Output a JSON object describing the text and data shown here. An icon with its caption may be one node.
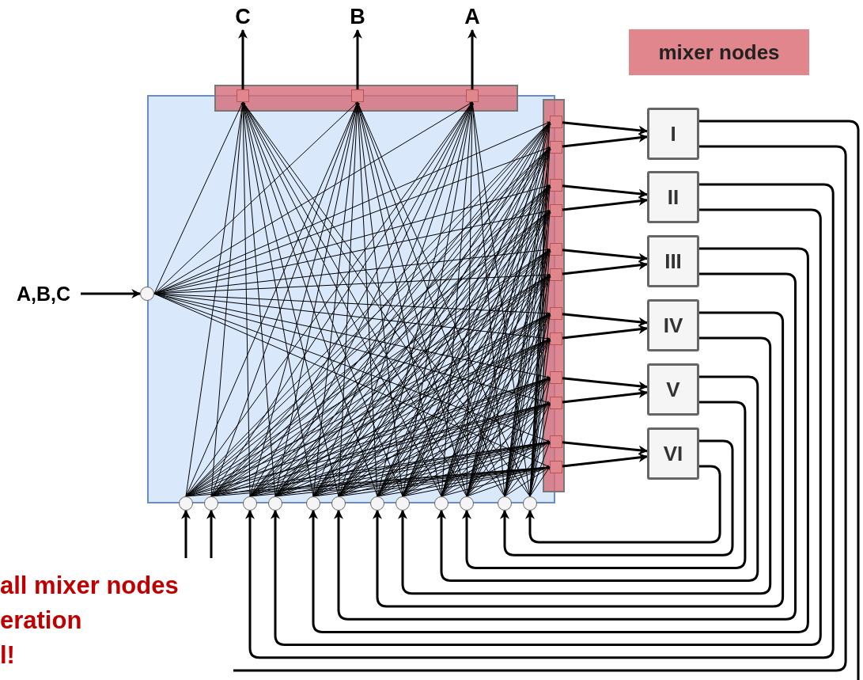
{
  "diagram": {
    "nodes": [
      {
        "text": [
          "C"
        ]
      },
      {
        "text": [
          "B"
        ]
      },
      {
        "text": [
          "A"
        ]
      },
      {
        "text": [
          "A,B,C"
        ]
      },
      {
        "text": [],
        "shape": "bar"
      },
      {
        "text": [],
        "shape": "bar"
      },
      {
        "text": [],
        "shape": "box",
        "in": 4
      },
      {
        "text": [],
        "shape": "box",
        "in": 4
      },
      {
        "text": [],
        "shape": "box",
        "in": 4
      },
      {
        "text": [],
        "shape": "box",
        "in": 5
      },
      {
        "text": [],
        "shape": "box",
        "in": 5
      },
      {
        "text": [],
        "shape": "box",
        "in": 5
      },
      {
        "text": [],
        "shape": "box",
        "in": 5
      },
      {
        "text": [],
        "shape": "box",
        "in": 5
      },
      {
        "text": [],
        "shape": "box",
        "in": 5
      },
      {
        "text": [],
        "shape": "box",
        "in": 5
      },
      {
        "text": [],
        "shape": "box",
        "in": 5
      },
      {
        "text": [],
        "shape": "box",
        "in": 5
      },
      {
        "text": [],
        "shape": "box",
        "in": 5
      },
      {
        "text": [],
        "shape": "box",
        "in": 5
      },
      {
        "text": [],
        "shape": "box",
        "in": 5
      },
      {
        "text": [],
        "shape": "circle"
      },
      {
        "text": [],
        "shape": "circle"
      },
      {
        "text": [],
        "shape": "circle"
      },
      {
        "text": [],
        "shape": "circle"
      },
      {
        "text": [],
        "shape": "circle"
      },
      {
        "text": [],
        "shape": "circle"
      },
      {
        "text": [],
        "shape": "circle"
      },
      {
        "text": [],
        "shape": "circle"
      },
      {
        "text": [],
        "shape": "circle"
      },
      {
        "text": [],
        "shape": "circle"
      },
      {
        "text": [],
        "shape": "circle"
      },
      {
        "text": [],
        "shape": "circle"
      },
      {
        "text": [],
        "shape": "circle"
      },
      {
        "text": [
          "I"
        ]
      },
      {
        "text": [
          "II"
        ]
      },
      {
        "text": [
          "III"
        ]
      },
      {
        "text": [
          "IV"
        ]
      },
      {
        "text": [
          "V"
        ]
      },
      {
        "text": [
          "VI"
        ]
      }
    ],
    "edges": [
      {
        "from": 6,
        "to": 0,
        "arrow": "to",
        "style": "thick"
      },
      {
        "from": 7,
        "to": 1,
        "arrow": "to",
        "style": "thick"
      },
      {
        "from": 8,
        "to": 2,
        "arrow": "to",
        "style": "thick"
      },
      {
        "from": 3,
        "to": 21,
        "arrow": "to",
        "style": "thick"
      },
      {
        "from": null,
        "to": 22,
        "arrow": "to",
        "style": "thick"
      },
      {
        "from": null,
        "to": 23,
        "arrow": "to",
        "style": "thick"
      },
      {
        "from": 9,
        "to": 34,
        "arrow": "to",
        "style": "thick"
      },
      {
        "from": 10,
        "to": 34,
        "arrow": "to",
        "style": "thick"
      },
      {
        "from": 11,
        "to": 35,
        "arrow": "to",
        "style": "thick"
      },
      {
        "from": 12,
        "to": 35,
        "arrow": "to",
        "style": "thick"
      },
      {
        "from": 13,
        "to": 36,
        "arrow": "to",
        "style": "thick"
      },
      {
        "from": 14,
        "to": 36,
        "arrow": "to",
        "style": "thick"
      },
      {
        "from": 15,
        "to": 37,
        "arrow": "to",
        "style": "thick"
      },
      {
        "from": 16,
        "to": 37,
        "arrow": "to",
        "style": "thick"
      },
      {
        "from": 17,
        "to": 38,
        "arrow": "to",
        "style": "thick"
      },
      {
        "from": 18,
        "to": 38,
        "arrow": "to",
        "style": "thick"
      },
      {
        "from": 19,
        "to": 39,
        "arrow": "to",
        "style": "thick"
      },
      {
        "from": 20,
        "to": 39,
        "arrow": "to",
        "style": "thick"
      },
      {
        "from": 34,
        "to": null,
        "arrow": "none",
        "style": "thick"
      },
      {
        "from": 34,
        "to": null,
        "arrow": "none",
        "style": "thick"
      },
      {
        "from": 35,
        "to": 24,
        "arrow": "to",
        "style": "thick"
      },
      {
        "from": 35,
        "to": 25,
        "arrow": "to",
        "style": "thick"
      },
      {
        "from": 36,
        "to": 26,
        "arrow": "to",
        "style": "thick"
      },
      {
        "from": 36,
        "to": 27,
        "arrow": "to",
        "style": "thick"
      },
      {
        "from": 37,
        "to": 28,
        "arrow": "to",
        "style": "thick"
      },
      {
        "from": 37,
        "to": 29,
        "arrow": "to",
        "style": "thick"
      },
      {
        "from": 38,
        "to": 30,
        "arrow": "to",
        "style": "thick"
      },
      {
        "from": 38,
        "to": 31,
        "arrow": "to",
        "style": "thick"
      },
      {
        "from": 39,
        "to": 32,
        "arrow": "to",
        "style": "thick"
      },
      {
        "from": 39,
        "to": 33,
        "arrow": "to",
        "style": "thick"
      },
      {
        "from": 21,
        "to": 6,
        "arrow": "to"
      },
      {
        "from": 21,
        "to": 7,
        "arrow": "to"
      },
      {
        "from": 21,
        "to": 8,
        "arrow": "to"
      },
      {
        "from": 21,
        "to": 9,
        "arrow": "to"
      },
      {
        "from": 21,
        "to": 10,
        "arrow": "to"
      },
      {
        "from": 21,
        "to": 11,
        "arrow": "to"
      },
      {
        "from": 21,
        "to": 12,
        "arrow": "to"
      },
      {
        "from": 21,
        "to": 13,
        "arrow": "to"
      },
      {
        "from": 21,
        "to": 14,
        "arrow": "to"
      },
      {
        "from": 21,
        "to": 15,
        "arrow": "to"
      },
      {
        "from": 21,
        "to": 16,
        "arrow": "to"
      },
      {
        "from": 21,
        "to": 17,
        "arrow": "to"
      },
      {
        "from": 21,
        "to": 18,
        "arrow": "to"
      },
      {
        "from": 21,
        "to": 19,
        "arrow": "to"
      },
      {
        "from": 21,
        "to": 20,
        "arrow": "to"
      },
      {
        "from": 22,
        "to": 6,
        "arrow": "to"
      },
      {
        "from": 22,
        "to": 7,
        "arrow": "to"
      },
      {
        "from": 22,
        "to": 8,
        "arrow": "to"
      },
      {
        "from": 22,
        "to": 9,
        "arrow": "to"
      },
      {
        "from": 22,
        "to": 10,
        "arrow": "to"
      },
      {
        "from": 22,
        "to": 11,
        "arrow": "to"
      },
      {
        "from": 22,
        "to": 12,
        "arrow": "to"
      },
      {
        "from": 22,
        "to": 13,
        "arrow": "to"
      },
      {
        "from": 22,
        "to": 14,
        "arrow": "to"
      },
      {
        "from": 22,
        "to": 15,
        "arrow": "to"
      },
      {
        "from": 22,
        "to": 16,
        "arrow": "to"
      },
      {
        "from": 22,
        "to": 17,
        "arrow": "to"
      },
      {
        "from": 22,
        "to": 18,
        "arrow": "to"
      },
      {
        "from": 22,
        "to": 19,
        "arrow": "to"
      },
      {
        "from": 22,
        "to": 20,
        "arrow": "to"
      },
      {
        "from": 23,
        "to": 6,
        "arrow": "to"
      },
      {
        "from": 23,
        "to": 7,
        "arrow": "to"
      },
      {
        "from": 23,
        "to": 8,
        "arrow": "to"
      },
      {
        "from": 23,
        "to": 9,
        "arrow": "to"
      },
      {
        "from": 23,
        "to": 10,
        "arrow": "to"
      },
      {
        "from": 23,
        "to": 11,
        "arrow": "to"
      },
      {
        "from": 23,
        "to": 12,
        "arrow": "to"
      },
      {
        "from": 23,
        "to": 13,
        "arrow": "to"
      },
      {
        "from": 23,
        "to": 14,
        "arrow": "to"
      },
      {
        "from": 23,
        "to": 15,
        "arrow": "to"
      },
      {
        "from": 23,
        "to": 16,
        "arrow": "to"
      },
      {
        "from": 23,
        "to": 17,
        "arrow": "to"
      },
      {
        "from": 23,
        "to": 18,
        "arrow": "to"
      },
      {
        "from": 23,
        "to": 19,
        "arrow": "to"
      },
      {
        "from": 23,
        "to": 20,
        "arrow": "to"
      },
      {
        "from": 24,
        "to": 6,
        "arrow": "to"
      },
      {
        "from": 24,
        "to": 7,
        "arrow": "to"
      },
      {
        "from": 24,
        "to": 8,
        "arrow": "to"
      },
      {
        "from": 24,
        "to": 9,
        "arrow": "to"
      },
      {
        "from": 24,
        "to": 10,
        "arrow": "to"
      },
      {
        "from": 24,
        "to": 11,
        "arrow": "to"
      },
      {
        "from": 24,
        "to": 12,
        "arrow": "to"
      },
      {
        "from": 24,
        "to": 13,
        "arrow": "to"
      },
      {
        "from": 24,
        "to": 14,
        "arrow": "to"
      },
      {
        "from": 24,
        "to": 15,
        "arrow": "to"
      },
      {
        "from": 24,
        "to": 16,
        "arrow": "to"
      },
      {
        "from": 24,
        "to": 17,
        "arrow": "to"
      },
      {
        "from": 24,
        "to": 18,
        "arrow": "to"
      },
      {
        "from": 24,
        "to": 19,
        "arrow": "to"
      },
      {
        "from": 24,
        "to": 20,
        "arrow": "to"
      },
      {
        "from": 25,
        "to": 6,
        "arrow": "to"
      },
      {
        "from": 25,
        "to": 7,
        "arrow": "to"
      },
      {
        "from": 25,
        "to": 8,
        "arrow": "to"
      },
      {
        "from": 25,
        "to": 9,
        "arrow": "to"
      },
      {
        "from": 25,
        "to": 10,
        "arrow": "to"
      },
      {
        "from": 25,
        "to": 11,
        "arrow": "to"
      },
      {
        "from": 25,
        "to": 12,
        "arrow": "to"
      },
      {
        "from": 25,
        "to": 13,
        "arrow": "to"
      },
      {
        "from": 25,
        "to": 14,
        "arrow": "to"
      },
      {
        "from": 25,
        "to": 15,
        "arrow": "to"
      },
      {
        "from": 25,
        "to": 16,
        "arrow": "to"
      },
      {
        "from": 25,
        "to": 17,
        "arrow": "to"
      },
      {
        "from": 25,
        "to": 18,
        "arrow": "to"
      },
      {
        "from": 25,
        "to": 19,
        "arrow": "to"
      },
      {
        "from": 25,
        "to": 20,
        "arrow": "to"
      },
      {
        "from": 26,
        "to": 6,
        "arrow": "to"
      },
      {
        "from": 26,
        "to": 7,
        "arrow": "to"
      },
      {
        "from": 26,
        "to": 8,
        "arrow": "to"
      },
      {
        "from": 26,
        "to": 9,
        "arrow": "to"
      },
      {
        "from": 26,
        "to": 10,
        "arrow": "to"
      },
      {
        "from": 26,
        "to": 11,
        "arrow": "to"
      },
      {
        "from": 26,
        "to": 12,
        "arrow": "to"
      },
      {
        "from": 26,
        "to": 13,
        "arrow": "to"
      },
      {
        "from": 26,
        "to": 14,
        "arrow": "to"
      },
      {
        "from": 26,
        "to": 15,
        "arrow": "to"
      },
      {
        "from": 26,
        "to": 16,
        "arrow": "to"
      },
      {
        "from": 26,
        "to": 17,
        "arrow": "to"
      },
      {
        "from": 26,
        "to": 18,
        "arrow": "to"
      },
      {
        "from": 26,
        "to": 19,
        "arrow": "to"
      },
      {
        "from": 26,
        "to": 20,
        "arrow": "to"
      },
      {
        "from": 27,
        "to": 6,
        "arrow": "to"
      },
      {
        "from": 27,
        "to": 7,
        "arrow": "to"
      },
      {
        "from": 27,
        "to": 8,
        "arrow": "to"
      },
      {
        "from": 27,
        "to": 9,
        "arrow": "to"
      },
      {
        "from": 27,
        "to": 10,
        "arrow": "to"
      },
      {
        "from": 27,
        "to": 11,
        "arrow": "to"
      },
      {
        "from": 27,
        "to": 12,
        "arrow": "to"
      },
      {
        "from": 27,
        "to": 13,
        "arrow": "to"
      },
      {
        "from": 27,
        "to": 14,
        "arrow": "to"
      },
      {
        "from": 27,
        "to": 15,
        "arrow": "to"
      },
      {
        "from": 27,
        "to": 16,
        "arrow": "to"
      },
      {
        "from": 27,
        "to": 17,
        "arrow": "to"
      },
      {
        "from": 27,
        "to": 18,
        "arrow": "to"
      },
      {
        "from": 27,
        "to": 19,
        "arrow": "to"
      },
      {
        "from": 27,
        "to": 20,
        "arrow": "to"
      },
      {
        "from": 28,
        "to": 6,
        "arrow": "to"
      },
      {
        "from": 28,
        "to": 7,
        "arrow": "to"
      },
      {
        "from": 28,
        "to": 8,
        "arrow": "to"
      },
      {
        "from": 28,
        "to": 9,
        "arrow": "to"
      },
      {
        "from": 28,
        "to": 10,
        "arrow": "to"
      },
      {
        "from": 28,
        "to": 11,
        "arrow": "to"
      },
      {
        "from": 28,
        "to": 12,
        "arrow": "to"
      },
      {
        "from": 28,
        "to": 13,
        "arrow": "to"
      },
      {
        "from": 28,
        "to": 14,
        "arrow": "to"
      },
      {
        "from": 28,
        "to": 15,
        "arrow": "to"
      },
      {
        "from": 28,
        "to": 16,
        "arrow": "to"
      },
      {
        "from": 28,
        "to": 17,
        "arrow": "to"
      },
      {
        "from": 28,
        "to": 18,
        "arrow": "to"
      },
      {
        "from": 28,
        "to": 19,
        "arrow": "to"
      },
      {
        "from": 28,
        "to": 20,
        "arrow": "to"
      },
      {
        "from": 29,
        "to": 6,
        "arrow": "to"
      },
      {
        "from": 29,
        "to": 7,
        "arrow": "to"
      },
      {
        "from": 29,
        "to": 8,
        "arrow": "to"
      },
      {
        "from": 29,
        "to": 9,
        "arrow": "to"
      },
      {
        "from": 29,
        "to": 10,
        "arrow": "to"
      },
      {
        "from": 29,
        "to": 11,
        "arrow": "to"
      },
      {
        "from": 29,
        "to": 12,
        "arrow": "to"
      },
      {
        "from": 29,
        "to": 13,
        "arrow": "to"
      },
      {
        "from": 29,
        "to": 14,
        "arrow": "to"
      },
      {
        "from": 29,
        "to": 15,
        "arrow": "to"
      },
      {
        "from": 29,
        "to": 16,
        "arrow": "to"
      },
      {
        "from": 29,
        "to": 17,
        "arrow": "to"
      },
      {
        "from": 29,
        "to": 18,
        "arrow": "to"
      },
      {
        "from": 29,
        "to": 19,
        "arrow": "to"
      },
      {
        "from": 29,
        "to": 20,
        "arrow": "to"
      },
      {
        "from": 30,
        "to": 6,
        "arrow": "to"
      },
      {
        "from": 30,
        "to": 7,
        "arrow": "to"
      },
      {
        "from": 30,
        "to": 8,
        "arrow": "to"
      },
      {
        "from": 30,
        "to": 9,
        "arrow": "to"
      },
      {
        "from": 30,
        "to": 10,
        "arrow": "to"
      },
      {
        "from": 30,
        "to": 11,
        "arrow": "to"
      },
      {
        "from": 30,
        "to": 12,
        "arrow": "to"
      },
      {
        "from": 30,
        "to": 13,
        "arrow": "to"
      },
      {
        "from": 30,
        "to": 14,
        "arrow": "to"
      },
      {
        "from": 30,
        "to": 15,
        "arrow": "to"
      },
      {
        "from": 30,
        "to": 16,
        "arrow": "to"
      },
      {
        "from": 30,
        "to": 17,
        "arrow": "to"
      },
      {
        "from": 30,
        "to": 18,
        "arrow": "to"
      },
      {
        "from": 30,
        "to": 19,
        "arrow": "to"
      },
      {
        "from": 30,
        "to": 20,
        "arrow": "to"
      },
      {
        "from": 31,
        "to": 6,
        "arrow": "to"
      },
      {
        "from": 31,
        "to": 7,
        "arrow": "to"
      },
      {
        "from": 31,
        "to": 8,
        "arrow": "to"
      },
      {
        "from": 31,
        "to": 9,
        "arrow": "to"
      },
      {
        "from": 31,
        "to": 10,
        "arrow": "to"
      },
      {
        "from": 31,
        "to": 11,
        "arrow": "to"
      },
      {
        "from": 31,
        "to": 12,
        "arrow": "to"
      },
      {
        "from": 31,
        "to": 13,
        "arrow": "to"
      },
      {
        "from": 31,
        "to": 14,
        "arrow": "to"
      },
      {
        "from": 31,
        "to": 15,
        "arrow": "to"
      },
      {
        "from": 31,
        "to": 16,
        "arrow": "to"
      },
      {
        "from": 31,
        "to": 17,
        "arrow": "to"
      },
      {
        "from": 31,
        "to": 18,
        "arrow": "to"
      },
      {
        "from": 31,
        "to": 19,
        "arrow": "to"
      },
      {
        "from": 31,
        "to": 20,
        "arrow": "to"
      },
      {
        "from": 32,
        "to": 6,
        "arrow": "to"
      },
      {
        "from": 32,
        "to": 7,
        "arrow": "to"
      },
      {
        "from": 32,
        "to": 8,
        "arrow": "to"
      },
      {
        "from": 32,
        "to": 9,
        "arrow": "to"
      },
      {
        "from": 32,
        "to": 10,
        "arrow": "to"
      },
      {
        "from": 32,
        "to": 11,
        "arrow": "to"
      },
      {
        "from": 32,
        "to": 12,
        "arrow": "to"
      },
      {
        "from": 32,
        "to": 13,
        "arrow": "to"
      },
      {
        "from": 32,
        "to": 14,
        "arrow": "to"
      },
      {
        "from": 32,
        "to": 15,
        "arrow": "to"
      },
      {
        "from": 32,
        "to": 16,
        "arrow": "to"
      },
      {
        "from": 32,
        "to": 17,
        "arrow": "to"
      },
      {
        "from": 32,
        "to": 18,
        "arrow": "to"
      },
      {
        "from": 32,
        "to": 19,
        "arrow": "to"
      },
      {
        "from": 32,
        "to": 20,
        "arrow": "to"
      },
      {
        "from": 33,
        "to": 6,
        "arrow": "to"
      },
      {
        "from": 33,
        "to": 7,
        "arrow": "to"
      },
      {
        "from": 33,
        "to": 8,
        "arrow": "to"
      },
      {
        "from": 33,
        "to": 9,
        "arrow": "to"
      },
      {
        "from": 33,
        "to": 10,
        "arrow": "to"
      },
      {
        "from": 33,
        "to": 11,
        "arrow": "to"
      },
      {
        "from": 33,
        "to": 12,
        "arrow": "to"
      },
      {
        "from": 33,
        "to": 13,
        "arrow": "to"
      },
      {
        "from": 33,
        "to": 14,
        "arrow": "to"
      },
      {
        "from": 33,
        "to": 15,
        "arrow": "to"
      },
      {
        "from": 33,
        "to": 16,
        "arrow": "to"
      },
      {
        "from": 33,
        "to": 17,
        "arrow": "to"
      },
      {
        "from": 33,
        "to": 18,
        "arrow": "to"
      },
      {
        "from": 33,
        "to": 19,
        "arrow": "to"
      },
      {
        "from": 33,
        "to": 20,
        "arrow": "to"
      }
    ],
    "labels": [
      "all mixer nodes",
      "eration",
      "l!"
    ],
    "legend": [
      {
        "text": "mixer nodes",
        "color": "#e0868c"
      }
    ]
  }
}
